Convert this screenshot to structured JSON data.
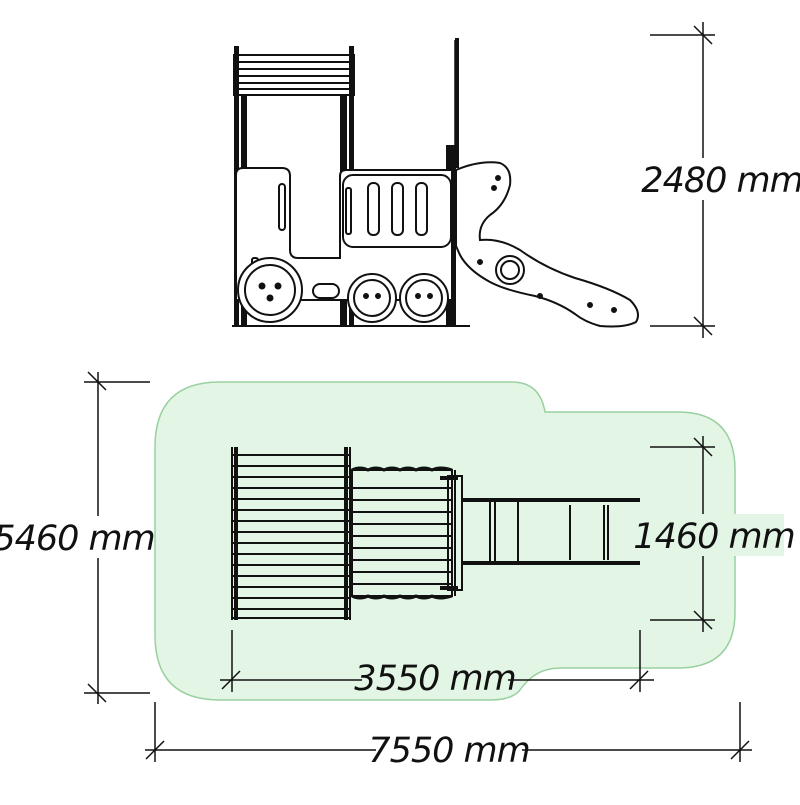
{
  "dimensions": {
    "height": "2480 mm",
    "depth": "5460 mm",
    "slide_width": "1460 mm",
    "equipment_length": "3550 mm",
    "total_length": "7550 mm"
  },
  "colors": {
    "safety_zone_fill": "#e3f6e5",
    "safety_zone_stroke": "#9ad09f",
    "line": "#111111"
  },
  "views": [
    "side-elevation",
    "top-plan"
  ]
}
